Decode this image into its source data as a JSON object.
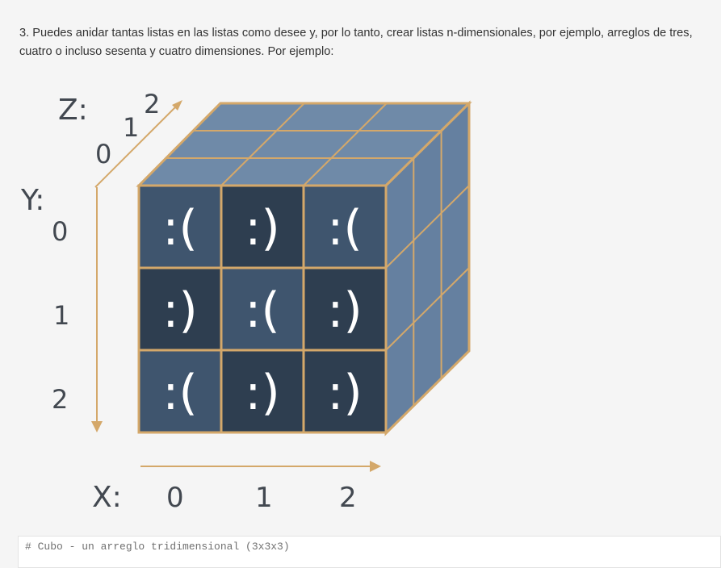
{
  "paragraph": "3. Puedes anidar tantas listas en las listas como desee y, por lo tanto, crear listas n-dimensionales, por ejemplo, arreglos de tres, cuatro o incluso sesenta y cuatro dimensiones. Por ejemplo:",
  "figure": {
    "axes": {
      "z": {
        "label": "Z:",
        "ticks": [
          "0",
          "1",
          "2"
        ]
      },
      "y": {
        "label": "Y:",
        "ticks": [
          "0",
          "1",
          "2"
        ]
      },
      "x": {
        "label": "X:",
        "ticks": [
          "0",
          "1",
          "2"
        ]
      }
    },
    "faces": [
      [
        ":(",
        ":)",
        ":("
      ],
      [
        ":)",
        ":(",
        ":)"
      ],
      [
        ":(",
        ":)",
        ":)"
      ]
    ],
    "colors": {
      "accent": "#d4a86a",
      "axis_text": "#424850",
      "face_dark": "#2e3e50",
      "face_medium": "#3f556e",
      "top": "#6f8aa8",
      "side": "#6580a0",
      "face_text": "#ffffff"
    }
  },
  "code": {
    "line": "# Cubo - un arreglo tridimensional (3x3x3)"
  }
}
